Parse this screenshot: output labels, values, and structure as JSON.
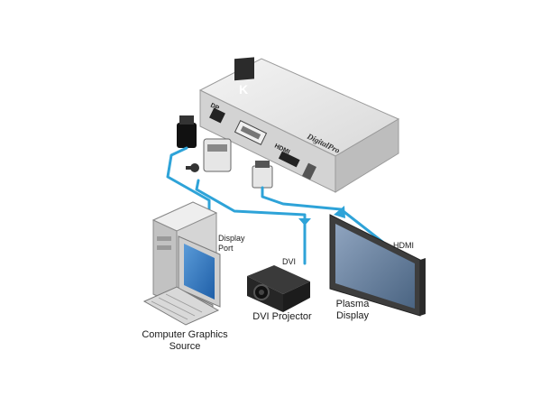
{
  "labels": {
    "displayport_line1": "Display",
    "displayport_line2": "Port",
    "dvi": "DVI",
    "hdmi": "HDMI",
    "dvi_projector": "DVI Projector",
    "plasma_line1": "Plasma",
    "plasma_line2": "Display",
    "source_line1": "Computer Graphics",
    "source_line2": "Source"
  },
  "device": {
    "port_hdmi": "HDMI",
    "port_dp": "DP",
    "brand_logo": "K",
    "model_script": "DigitalPro"
  },
  "colors": {
    "cable": "#2ea3d8",
    "device_top": "#ececec",
    "device_front": "#cfcfcf",
    "screen": "#3f7fc4",
    "plasma_bezel": "#4a4a4a"
  }
}
